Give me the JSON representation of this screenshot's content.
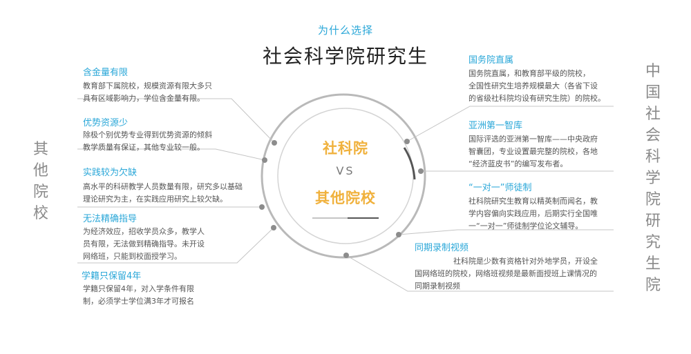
{
  "header": {
    "subtitle": "为什么选择",
    "title": "社会科学院研究生"
  },
  "side_labels": {
    "left": [
      "其",
      "他",
      "院",
      "校"
    ],
    "right": [
      "中",
      "国",
      "社",
      "会",
      "科",
      "学",
      "院",
      "研",
      "究",
      "生",
      "院"
    ]
  },
  "center": {
    "line1": "社科院",
    "vs": "VS",
    "line2": "其他院校"
  },
  "left_items": [
    {
      "title": "含金量有限",
      "lines": [
        "教育部下属院校，规模资源有限大多只",
        "具有区域影响力，学位含金量有限。"
      ]
    },
    {
      "title": "优势资源少",
      "lines": [
        "除极个别优势专业得到优势资源的倾斜",
        "教学质量有保证，其他专业较一般。"
      ]
    },
    {
      "title": "实践较为欠缺",
      "lines": [
        "高水平的科研教学人员数量有限，研究多以基础",
        "理论研究为主，在实践应用研究上较欠缺。"
      ]
    },
    {
      "title": "无法精确指导",
      "lines": [
        "为经济效应，招收学员众多，教学人",
        "员有限，无法做到精确指导。未开设",
        "网络班，只能到校面授学习。"
      ]
    },
    {
      "title": "学籍只保留4年",
      "lines": [
        "学籍只保留4年，对入学条件有限",
        "制，必须学士学位满3年才可报名"
      ]
    }
  ],
  "right_items": [
    {
      "title": "国务院直属",
      "lines": [
        "国务院直属，和教育部平级的院校，",
        "全国性研究生培养规模最大（各省下设",
        "的省级社科院均设有研究生院）的院校。"
      ]
    },
    {
      "title": "亚洲第一智库",
      "lines": [
        "国际评选的亚洲第一智库——中央政府",
        "智囊团，专业设置最完整的院校，各地",
        "“经济蓝皮书”的编写发布者。"
      ]
    },
    {
      "title": "“一对一”师徒制",
      "lines": [
        "社科院研究生教育以精英制而闻名，教",
        "学内容偏向实践应用，后期实行全国唯",
        "一“一对一”师徒制学位论文辅导。"
      ]
    },
    {
      "title": "同期录制视频",
      "lines": [
        "社科院是少数有资格针对外地学员，开设全",
        "国网络班的院校，网络班视频是最新面授班上课情况的",
        "同期录制视频"
      ]
    }
  ],
  "colors": {
    "accent_blue": "#2aa7d8",
    "accent_gold": "#f0b13c",
    "ring_gray": "#a8a8a8",
    "line_gray": "#c4c4c4",
    "dot_gray": "#8c8c8c"
  }
}
